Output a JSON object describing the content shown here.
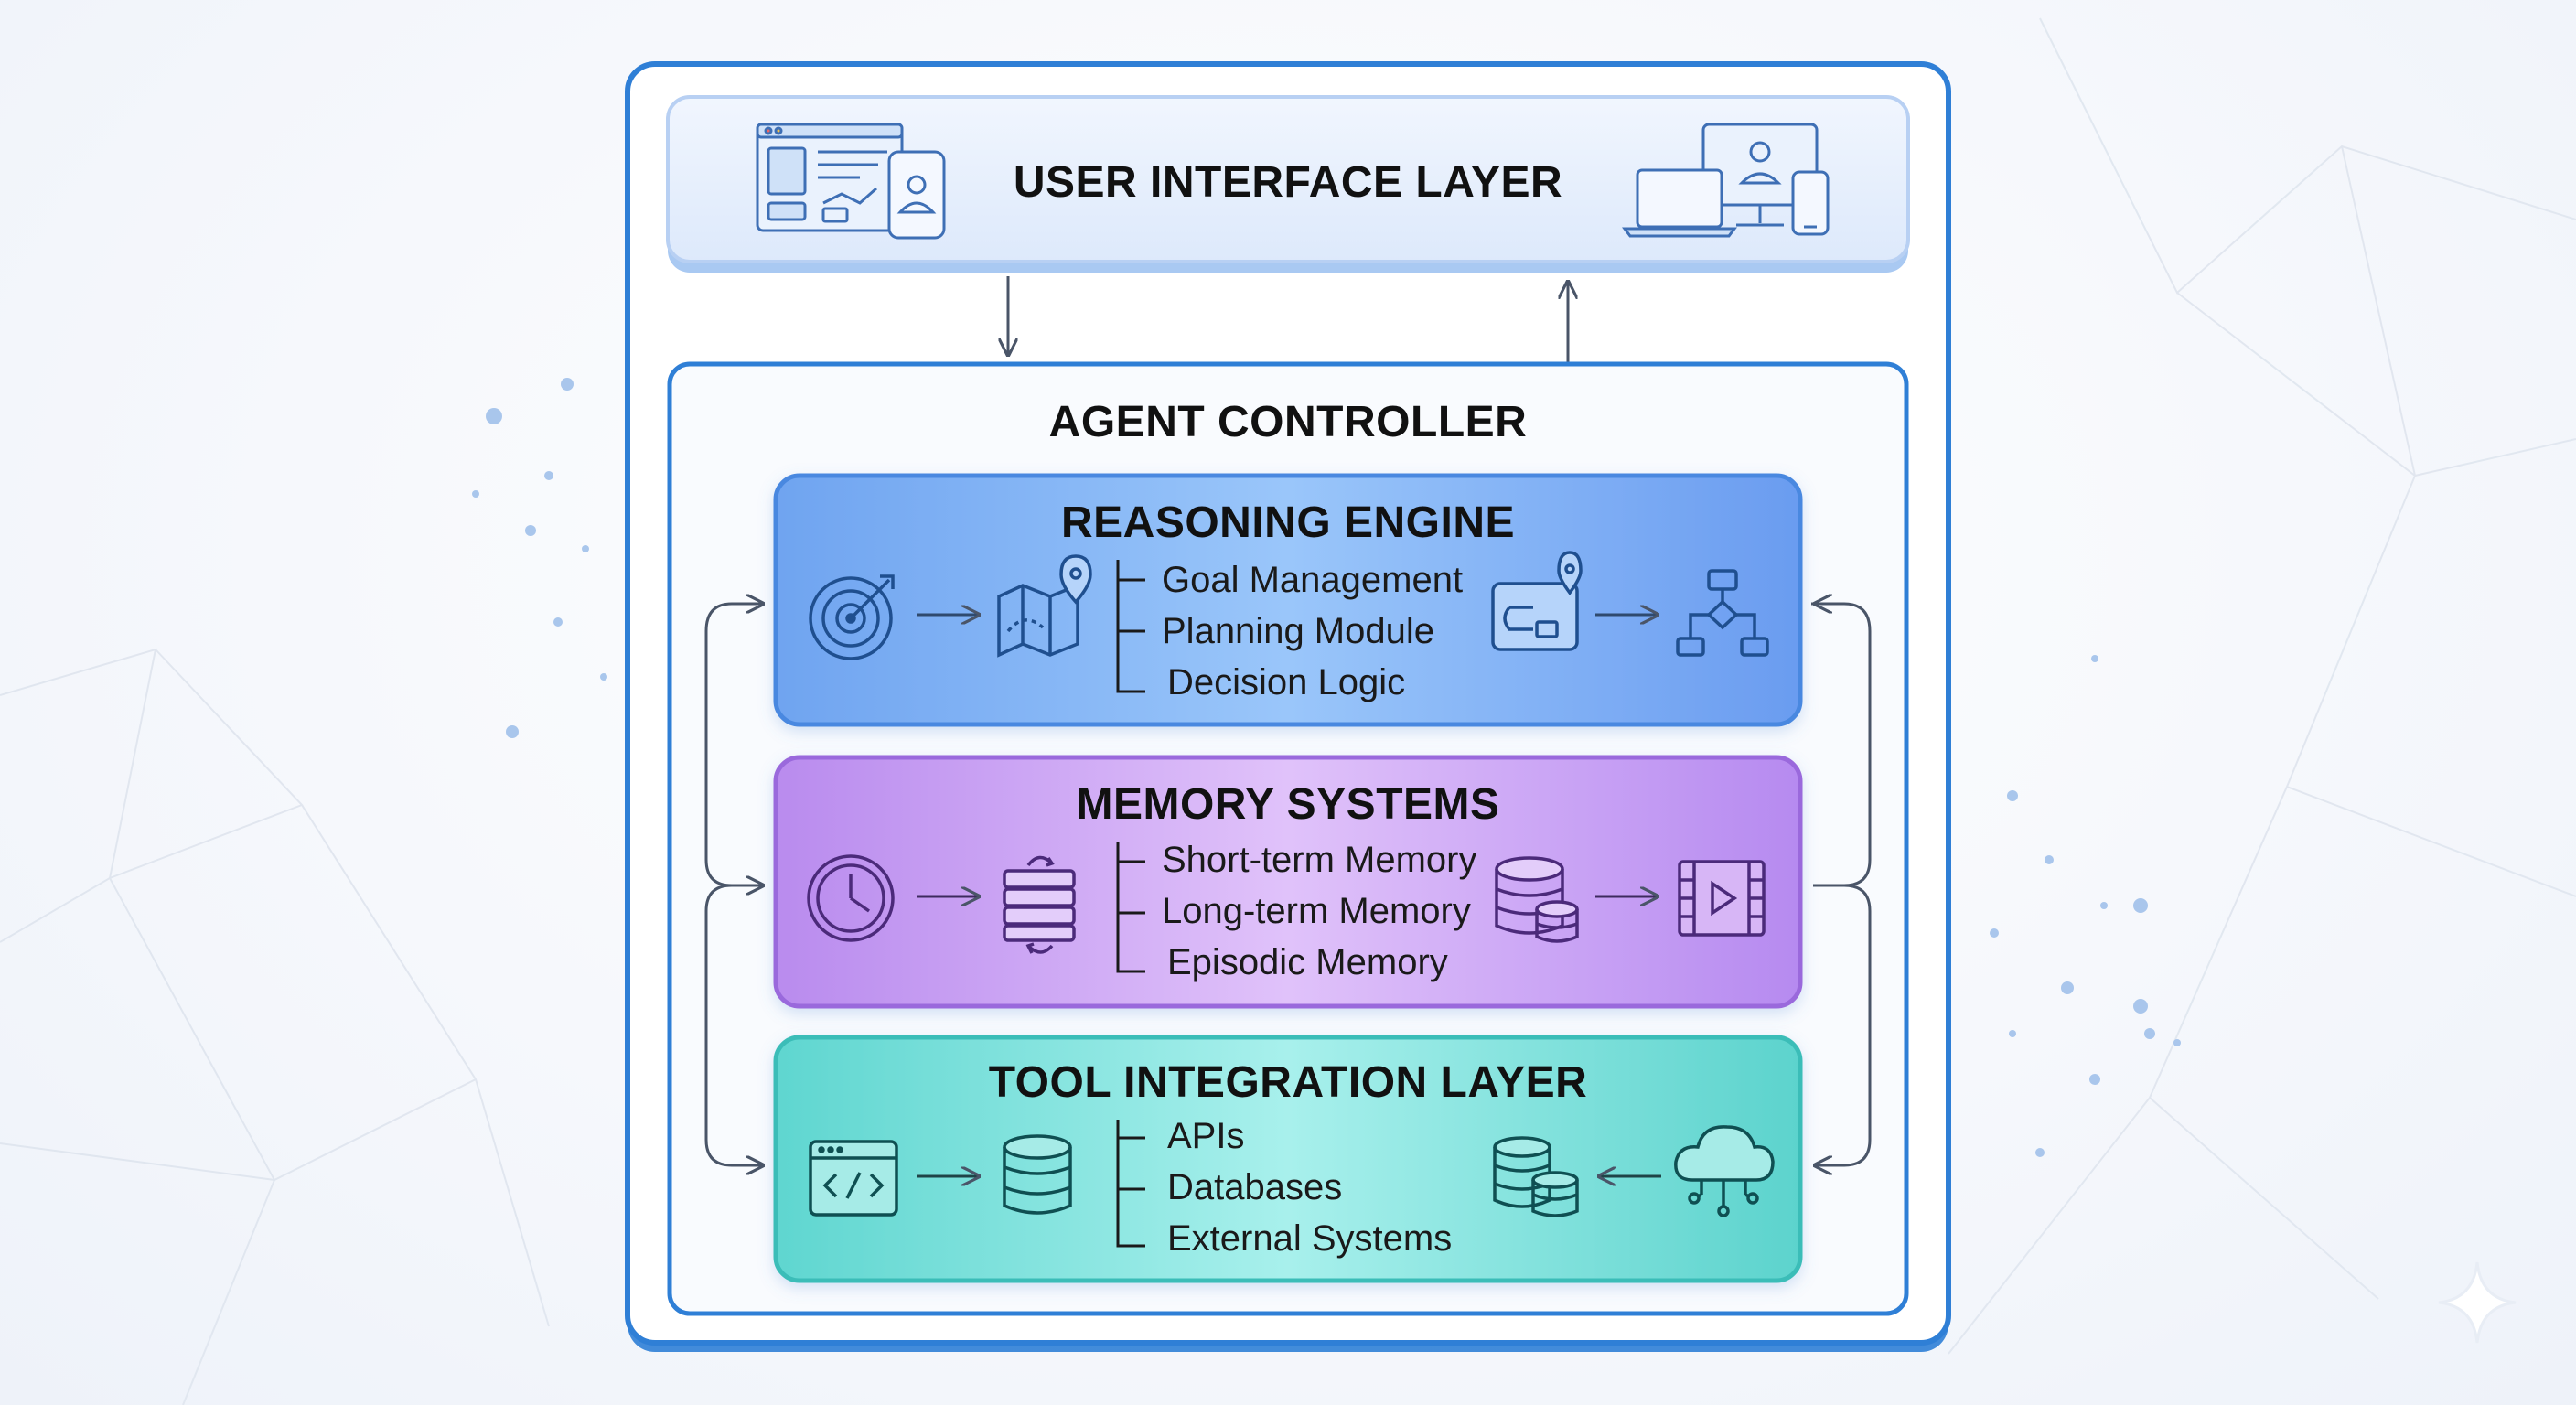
{
  "diagram": {
    "ui_layer": {
      "title": "USER INTERFACE LAYER"
    },
    "controller": {
      "title": "AGENT CONTROLLER"
    },
    "modules": [
      {
        "title": "REASONING ENGINE",
        "items": [
          "Goal Management",
          "Planning Module",
          "Decision Logic"
        ],
        "icons": [
          "target-icon",
          "map-pin-icon",
          "workflow-screen-icon",
          "flowchart-icon"
        ],
        "colors": {
          "from": "#8fc0f6",
          "to": "#5b93ea",
          "border": "#4a88e0"
        }
      },
      {
        "title": "MEMORY SYSTEMS",
        "items": [
          "Short-term Memory",
          "Long-term Memory",
          "Episodic Memory"
        ],
        "icons": [
          "clock-icon",
          "database-stack-icon",
          "database-icon",
          "video-icon"
        ],
        "colors": {
          "from": "#dcb6f7",
          "to": "#b283ec",
          "border": "#9a69dc"
        }
      },
      {
        "title": "TOOL INTEGRATION LAYER",
        "items": [
          "APIs",
          "Databases",
          "External Systems"
        ],
        "icons": [
          "code-window-icon",
          "database-icon",
          "database-multi-icon",
          "cloud-network-icon"
        ],
        "colors": {
          "from": "#9eeeea",
          "to": "#4fd1cc",
          "border": "#3bbdb8"
        }
      }
    ],
    "ui_icons": [
      "dashboard-mobile-icon",
      "devices-icon"
    ],
    "accent": "#2f7fd6"
  }
}
